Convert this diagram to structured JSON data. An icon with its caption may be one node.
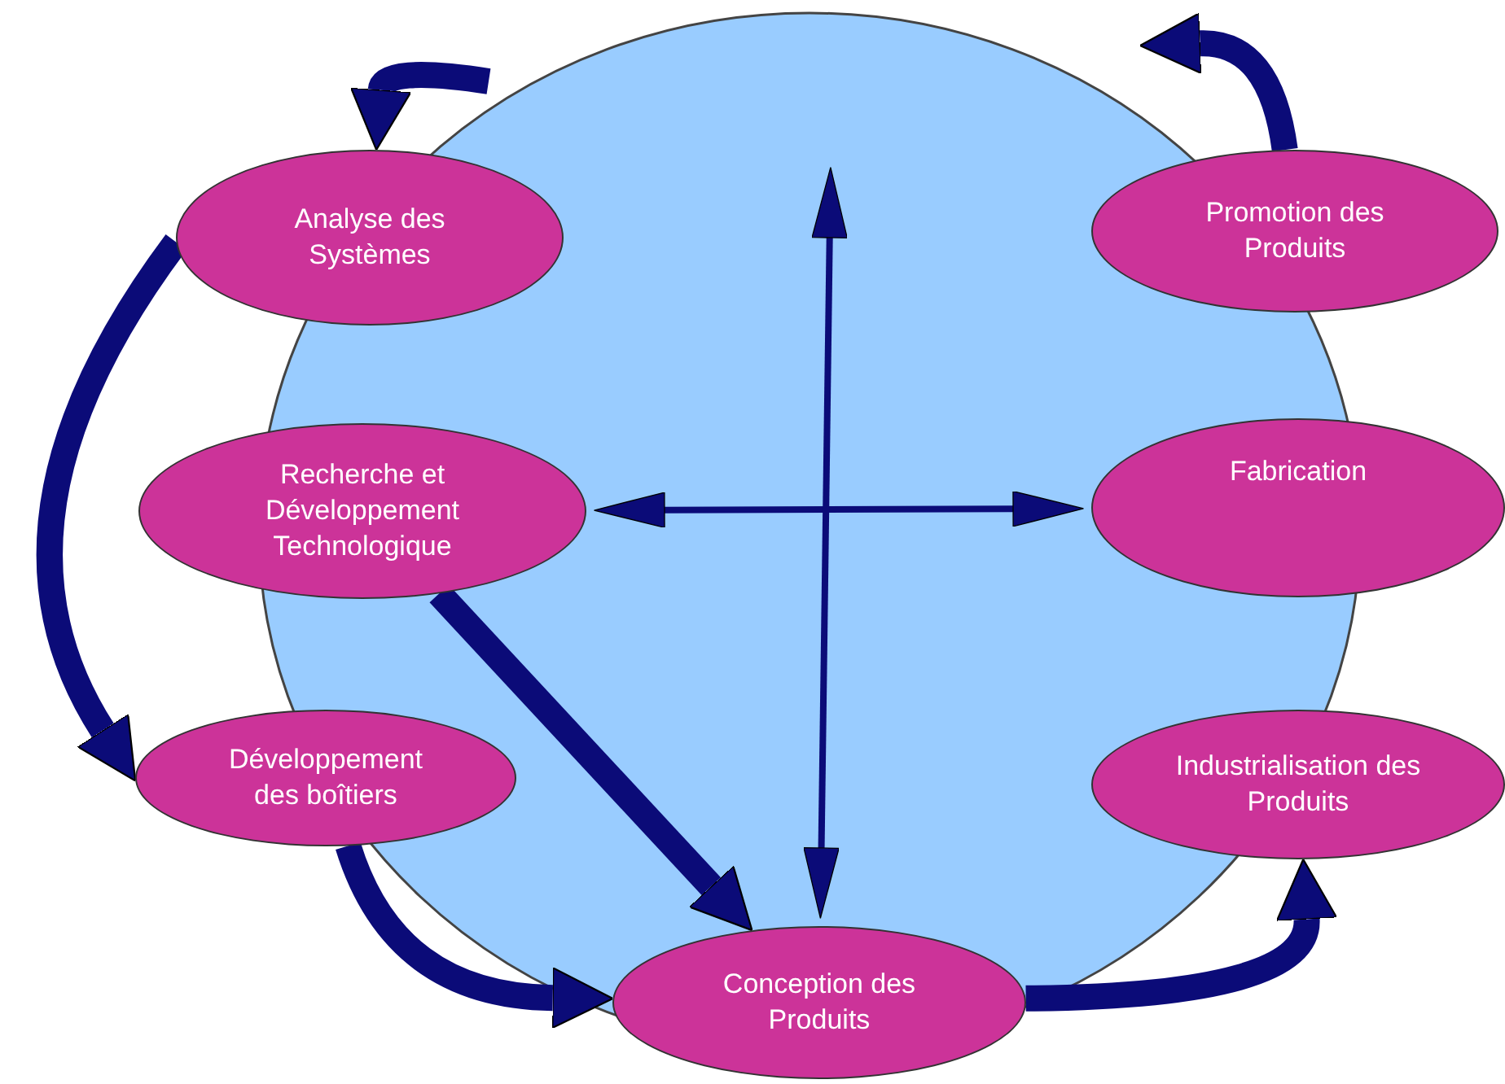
{
  "diagram": {
    "nodes": [
      {
        "text": [
          "Analyse des Systèmes"
        ]
      },
      {
        "text": [
          "Promotion des Produits"
        ]
      },
      {
        "text": [
          "Recherche et Développement Technologique"
        ]
      },
      {
        "text": [
          "Fabrication"
        ]
      },
      {
        "text": [
          "Développement des boîtiers"
        ]
      },
      {
        "text": [
          "Industrialisation des Produits"
        ]
      },
      {
        "text": [
          "Conception des Produits"
        ]
      }
    ],
    "edges": [
      {
        "from": null,
        "to": 0,
        "arrow": "to"
      },
      {
        "from": 0,
        "to": 4,
        "arrow": "to"
      },
      {
        "from": 4,
        "to": 6,
        "arrow": "to"
      },
      {
        "from": 6,
        "to": 5,
        "arrow": "to"
      },
      {
        "from": 1,
        "to": null,
        "arrow": "to"
      },
      {
        "from": 2,
        "to": 3,
        "arrow": "both"
      },
      {
        "from": null,
        "to": 6,
        "arrow": "both"
      },
      {
        "from": 2,
        "to": 6,
        "arrow": "to"
      }
    ]
  }
}
